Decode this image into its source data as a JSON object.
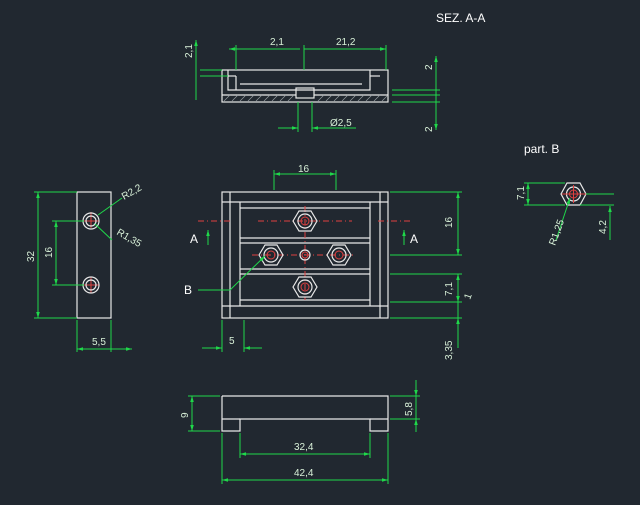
{
  "drawing": {
    "section_title": "SEZ.  A-A",
    "detail_title": "part. B",
    "background": "#212830",
    "line_color": "#e8e8e8",
    "dimension_color": "#1fd84a",
    "centerline_color": "#e04040"
  },
  "section_view": {
    "dim_2_1_left": "2,1",
    "dim_2_1_top": "2,1",
    "dim_21_2": "21,2",
    "dim_2_top": "2",
    "dim_2_bottom": "2",
    "dim_diameter": "Ø2,5"
  },
  "top_view": {
    "dim_16_top": "16",
    "dim_16_right": "16",
    "dim_7_1": "7,1",
    "dim_1": "1",
    "dim_3_35": "3,35",
    "dim_5": "5",
    "marker_a_left": "A",
    "marker_a_right": "A",
    "marker_b": "B"
  },
  "side_view": {
    "dim_r2_2": "R2,2",
    "dim_r1_35": "R1,35",
    "dim_32": "32",
    "dim_16": "16",
    "dim_5_5": "5,5"
  },
  "detail_view": {
    "dim_7_1": "7,1",
    "dim_r1_25": "R1,25",
    "dim_4_2": "4,2"
  },
  "bottom_view": {
    "dim_9": "9",
    "dim_5_8": "5,8",
    "dim_32_4": "32,4",
    "dim_42_4": "42,4"
  }
}
